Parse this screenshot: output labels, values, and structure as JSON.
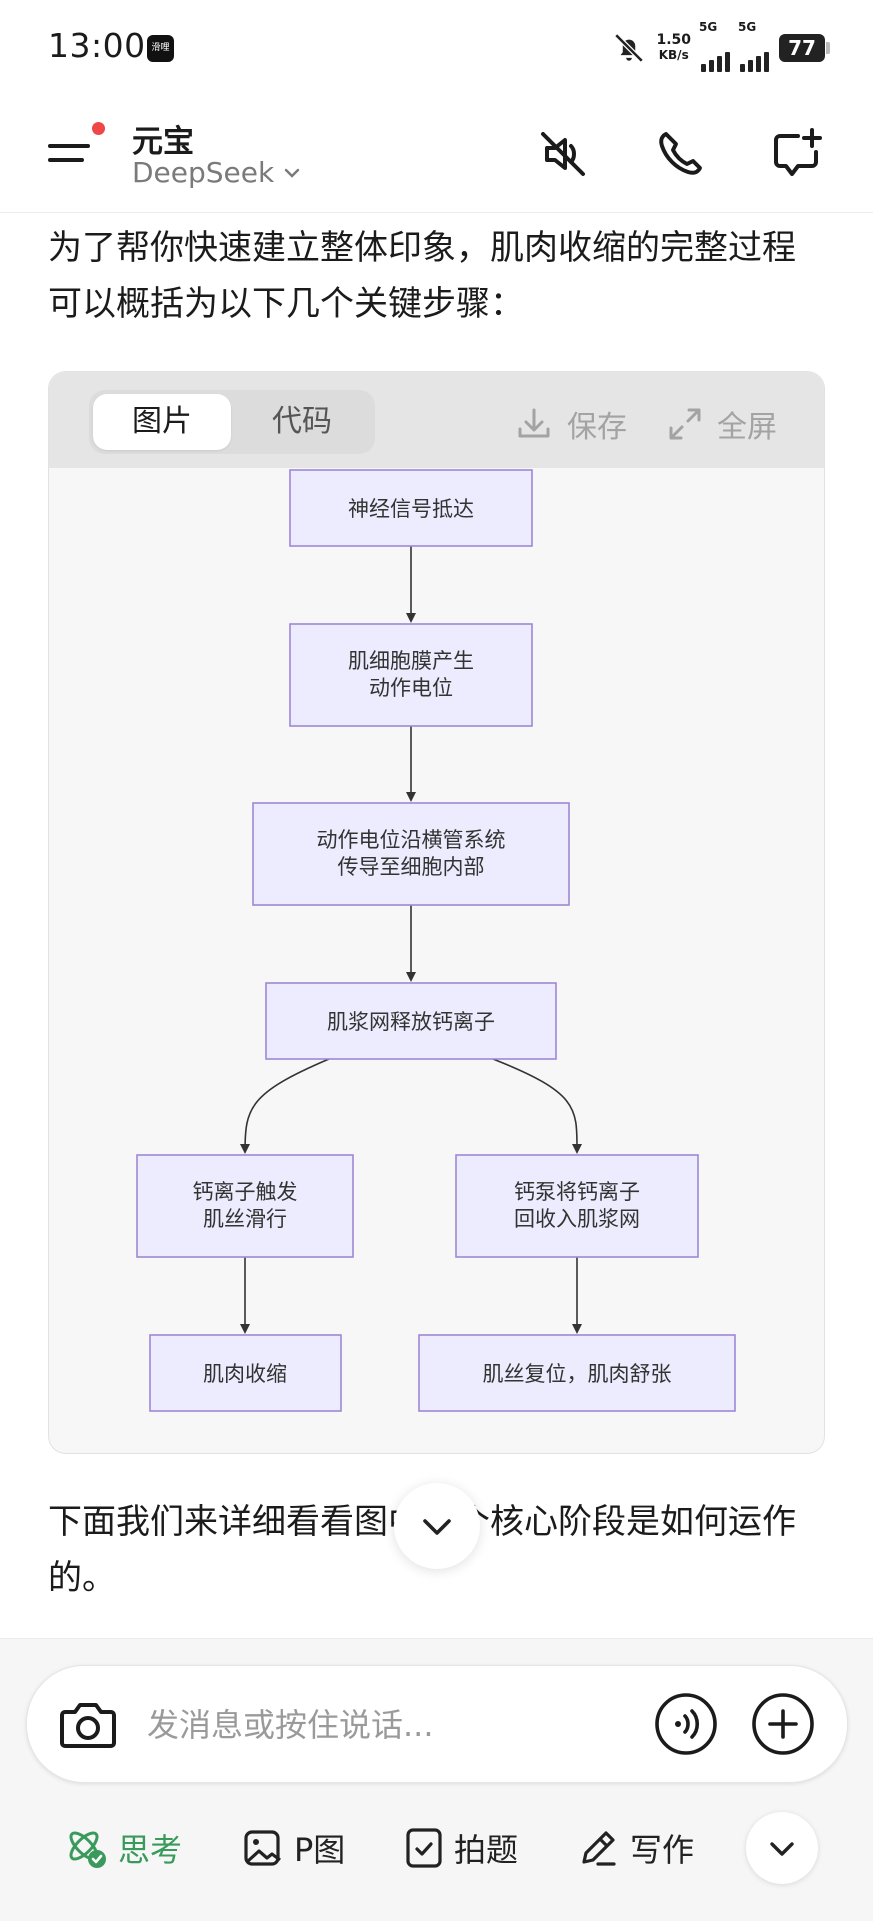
{
  "status": {
    "time": "13:00",
    "app_badge": "滑哩",
    "net_speed": "1.50",
    "net_unit": "KB/s",
    "sim1": "5G",
    "sim2": "5G",
    "battery": "77"
  },
  "header": {
    "title": "元宝",
    "model": "DeepSeek",
    "icons": [
      "menu-icon",
      "mute-icon",
      "phone-icon",
      "new-chat-icon"
    ]
  },
  "intro": "为了帮你快速建立整体印象，肌肉收缩的完整过程可以概括为以下几个关键步骤：",
  "card": {
    "tabs": [
      "图片",
      "代码"
    ],
    "active_tab": "图片",
    "save_label": "保存",
    "fullscreen_label": "全屏"
  },
  "flowchart": {
    "nodes": [
      {
        "id": "n1",
        "lines": [
          "神经信号抵达"
        ]
      },
      {
        "id": "n2",
        "lines": [
          "肌细胞膜产生",
          "动作电位"
        ]
      },
      {
        "id": "n3",
        "lines": [
          "动作电位沿横管系统",
          "传导至细胞内部"
        ]
      },
      {
        "id": "n4",
        "lines": [
          "肌浆网释放钙离子"
        ]
      },
      {
        "id": "n5",
        "lines": [
          "钙离子触发",
          "肌丝滑行"
        ]
      },
      {
        "id": "n6",
        "lines": [
          "钙泵将钙离子",
          "回收入肌浆网"
        ]
      },
      {
        "id": "n7",
        "lines": [
          "肌肉收缩"
        ]
      },
      {
        "id": "n8",
        "lines": [
          "肌丝复位，肌肉舒张"
        ]
      }
    ],
    "edges": [
      [
        "n1",
        "n2"
      ],
      [
        "n2",
        "n3"
      ],
      [
        "n3",
        "n4"
      ],
      [
        "n4",
        "n5"
      ],
      [
        "n4",
        "n6"
      ],
      [
        "n5",
        "n7"
      ],
      [
        "n6",
        "n8"
      ]
    ]
  },
  "outro": "下面我们来详细看看图中几个核心阶段是如何运作的。",
  "composer": {
    "placeholder": "发消息或按住说话..."
  },
  "tools": {
    "think": "思考",
    "p_image": "P图",
    "photo_question": "拍题",
    "write": "写作"
  },
  "colors": {
    "node_fill": "#ececfe",
    "node_stroke": "#9f88d6",
    "accent_green": "#3a9a5c",
    "notify_dot": "#ef4747"
  }
}
